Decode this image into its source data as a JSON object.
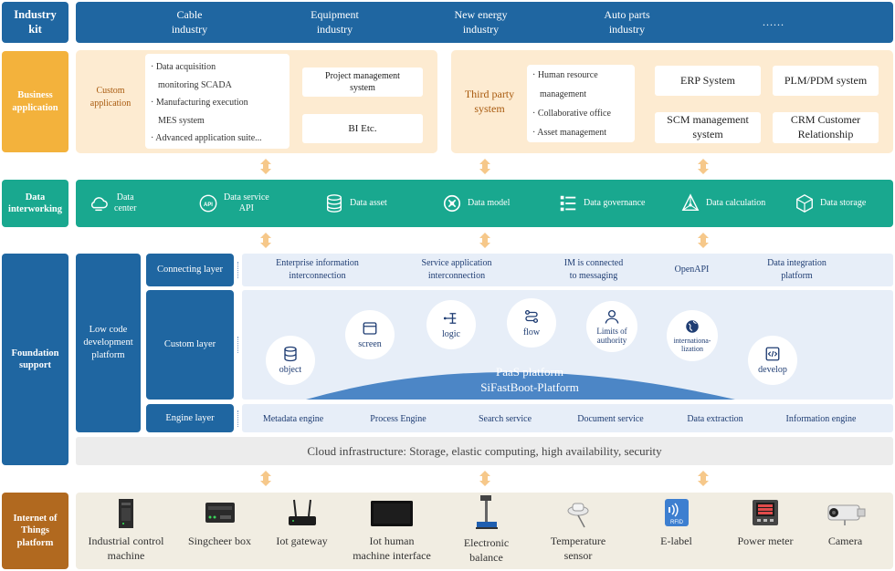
{
  "industry_kit": {
    "label": "Industry\nkit",
    "items": [
      "Cable\nindustry",
      "Equipment\nindustry",
      "New energy\nindustry",
      "Auto parts\nindustry",
      "……"
    ]
  },
  "business_application": {
    "label": "Business\napplication",
    "custom": {
      "label": "Custom\napplication",
      "bullets": [
        "· Data acquisition",
        "monitoring SCADA",
        "· Manufacturing execution",
        "MES system",
        "· Advanced application suite..."
      ],
      "project_management": "Project management\nsystem",
      "bi": "BI Etc."
    },
    "third_party": {
      "label": "Third party\nsystem",
      "bullets": [
        "· Human resource",
        "management",
        "· Collaborative office",
        "· Asset management"
      ],
      "erp": "ERP System",
      "plm": "PLM/PDM system",
      "scm": "SCM management\nsystem",
      "crm": "CRM Customer\nRelationship"
    }
  },
  "data_interworking": {
    "label": "Data\ninterworking",
    "items": [
      {
        "label": "Data\ncenter",
        "icon": "cloud-icon"
      },
      {
        "label": "Data service\nAPI",
        "icon": "api-icon"
      },
      {
        "label": "Data asset",
        "icon": "database-icon"
      },
      {
        "label": "Data model",
        "icon": "model-icon"
      },
      {
        "label": "Data governance",
        "icon": "governance-icon"
      },
      {
        "label": "Data calculation",
        "icon": "calculation-icon"
      },
      {
        "label": "Data storage",
        "icon": "storage-icon"
      }
    ]
  },
  "foundation_support": {
    "label": "Foundation\nsupport",
    "low_code": "Low code\ndevelopment\nplatform",
    "connecting_layer": {
      "label": "Connecting layer",
      "items": [
        "Enterprise information\ninterconnection",
        "Service application\ninterconnection",
        "IM is connected\nto messaging",
        "OpenAPI",
        "Data integration\nplatform"
      ]
    },
    "custom_layer": {
      "label": "Custom layer",
      "circles": [
        {
          "label": "object",
          "icon": "database-icon"
        },
        {
          "label": "screen",
          "icon": "screen-icon"
        },
        {
          "label": "logic",
          "icon": "logic-icon"
        },
        {
          "label": "flow",
          "icon": "flow-icon"
        },
        {
          "label": "Limits of\nauthority",
          "icon": "user-icon"
        },
        {
          "label": "internationa-\nlization",
          "icon": "globe-icon"
        },
        {
          "label": "develop",
          "icon": "code-icon"
        }
      ],
      "paas_line1": "PaaS platform",
      "paas_line2": "SiFastBoot-Platform"
    },
    "engine_layer": {
      "label": "Engine layer",
      "items": [
        "Metadata engine",
        "Process Engine",
        "Search service",
        "Document service",
        "Data extraction",
        "Information engine"
      ]
    },
    "cloud": "Cloud infrastructure: Storage, elastic computing, high availability, security"
  },
  "iot": {
    "label": "Internet of\nThings\nplatform",
    "devices": [
      {
        "label": "Industrial control\nmachine",
        "icon": "industrial-control-icon"
      },
      {
        "label": "Singcheer box",
        "icon": "box-icon"
      },
      {
        "label": "Iot gateway",
        "icon": "gateway-icon"
      },
      {
        "label": "Iot human\nmachine interface",
        "icon": "hmi-icon"
      },
      {
        "label": "Electronic\nbalance",
        "icon": "balance-icon"
      },
      {
        "label": "Temperature\nsensor",
        "icon": "sensor-icon"
      },
      {
        "label": "E-label",
        "icon": "rfid-icon",
        "badge": "RFID"
      },
      {
        "label": "Power meter",
        "icon": "meter-icon"
      },
      {
        "label": "Camera",
        "icon": "camera-icon"
      }
    ]
  },
  "colors": {
    "navy": "#1f66a1",
    "gold": "#f3b23c",
    "teal": "#19a88f",
    "brown": "#b1691f",
    "peach": "#fdebd1",
    "light_blue": "#e7eef8",
    "arrow": "#f6c88a"
  }
}
